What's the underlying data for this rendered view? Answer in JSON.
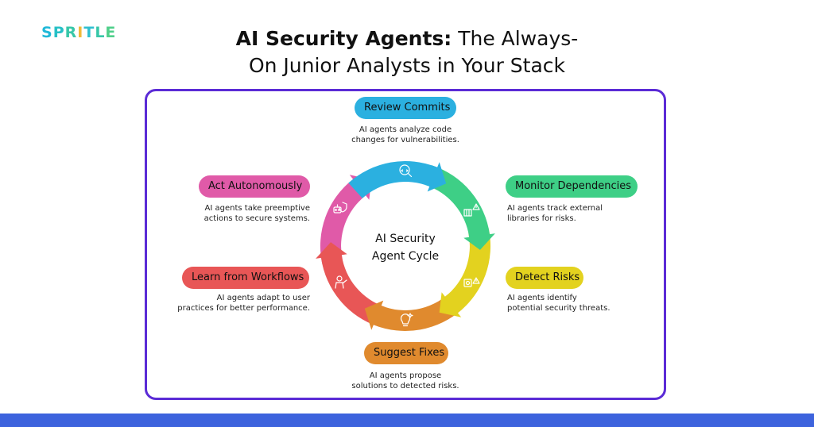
{
  "logo": {
    "text": "SPRITLE",
    "letters": [
      "S",
      "P",
      "R",
      "I",
      "T",
      "L",
      "E"
    ],
    "letter_colors": [
      "#1fb8d8",
      "#27c0c6",
      "#37c7a8",
      "#f0b93a",
      "#2fbfd0",
      "#37c7a8",
      "#4fcf8a"
    ]
  },
  "title": {
    "bold": "AI Security Agents:",
    "rest_line1": " The Always-",
    "line2": "On Junior Analysts in Your Stack"
  },
  "frame_color": "#5b2bd6",
  "bottom_bar_color": "#3d63dd",
  "center": {
    "line1": "AI Security",
    "line2": "Agent Cycle"
  },
  "steps": [
    {
      "id": "review-commits",
      "label": "Review Commits",
      "color": "#2bb0e0",
      "desc": [
        "AI agents analyze code",
        "changes for vulnerabilities."
      ],
      "icon": "code-search-icon"
    },
    {
      "id": "monitor-dependencies",
      "label": "Monitor Dependencies",
      "color": "#3ecf86",
      "desc": [
        "AI agents track external",
        "libraries for risks."
      ],
      "icon": "library-alert-icon"
    },
    {
      "id": "detect-risks",
      "label": "Detect Risks",
      "color": "#e3d21f",
      "desc": [
        "AI agents identify",
        "potential security threats."
      ],
      "icon": "threat-detect-icon"
    },
    {
      "id": "suggest-fixes",
      "label": "Suggest Fixes",
      "color": "#e08a2e",
      "desc": [
        "AI agents propose",
        "solutions to detected risks."
      ],
      "icon": "lightbulb-icon"
    },
    {
      "id": "learn-from-workflows",
      "label": "Learn from Workflows",
      "color": "#e85656",
      "desc": [
        "AI agents adapt to user",
        "practices for better performance."
      ],
      "icon": "learning-person-icon"
    },
    {
      "id": "act-autonomously",
      "label": "Act Autonomously",
      "color": "#e05aa8",
      "desc": [
        "AI agents take preemptive",
        "actions to secure systems."
      ],
      "icon": "robot-shield-icon"
    }
  ]
}
